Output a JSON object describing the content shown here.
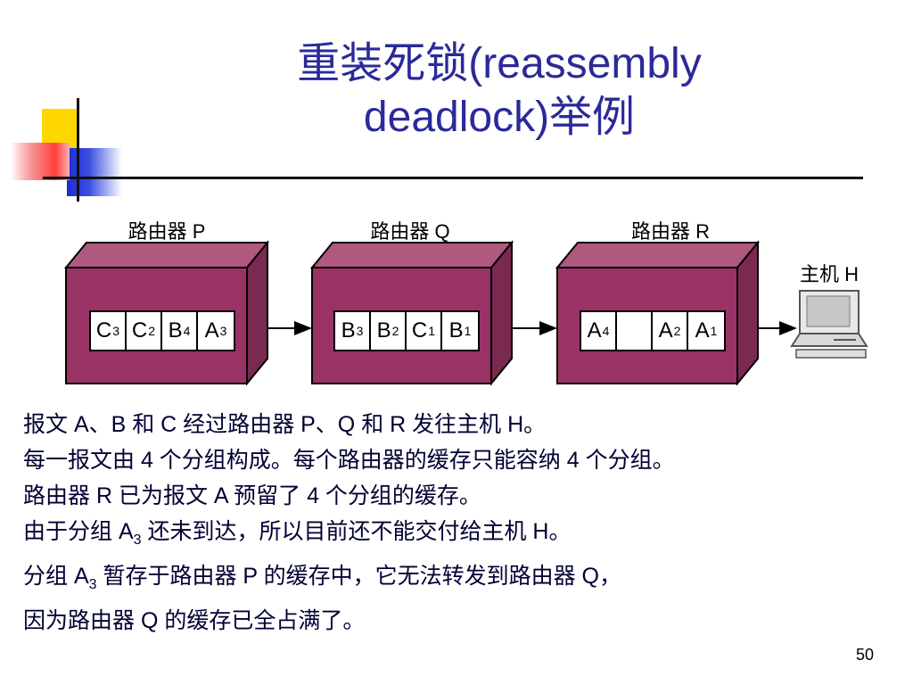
{
  "slide": {
    "title_line1": "重装死锁(reassembly",
    "title_line2": "deadlock)举例",
    "page_number": "50"
  },
  "diagram": {
    "routers": [
      {
        "label": "路由器 P",
        "cells": [
          {
            "letter": "C",
            "sub": "3"
          },
          {
            "letter": "C",
            "sub": "2"
          },
          {
            "letter": "B",
            "sub": "4"
          },
          {
            "letter": "A",
            "sub": "3"
          }
        ]
      },
      {
        "label": "路由器 Q",
        "cells": [
          {
            "letter": "B",
            "sub": "3"
          },
          {
            "letter": "B",
            "sub": "2"
          },
          {
            "letter": "C",
            "sub": "1"
          },
          {
            "letter": "B",
            "sub": "1"
          }
        ]
      },
      {
        "label": "路由器 R",
        "cells": [
          {
            "letter": "A",
            "sub": "4"
          },
          {
            "letter": "",
            "sub": ""
          },
          {
            "letter": "A",
            "sub": "2"
          },
          {
            "letter": "A",
            "sub": "1"
          }
        ]
      }
    ],
    "host_label": "主机 H",
    "colors": {
      "router_front": "#993366",
      "router_top": "#b0587e",
      "router_side": "#7a2950",
      "title": "#2a2a9a"
    }
  },
  "body": {
    "line1": "报文 A、B 和 C 经过路由器 P、Q 和 R 发往主机 H。",
    "line2": "每一报文由 4 个分组构成。每个路由器的缓存只能容纳 4 个分组。",
    "line3": "路由器 R 已为报文 A 预留了 4 个分组的缓存。",
    "line4a": "由于分组 A",
    "line4sub": "3",
    "line4b": " 还未到达，所以目前还不能交付给主机 H。",
    "line5a": "分组 A",
    "line5sub": "3",
    "line5b": " 暂存于路由器 P 的缓存中，它无法转发到路由器 Q，",
    "line6": "因为路由器 Q 的缓存已全占满了。"
  }
}
